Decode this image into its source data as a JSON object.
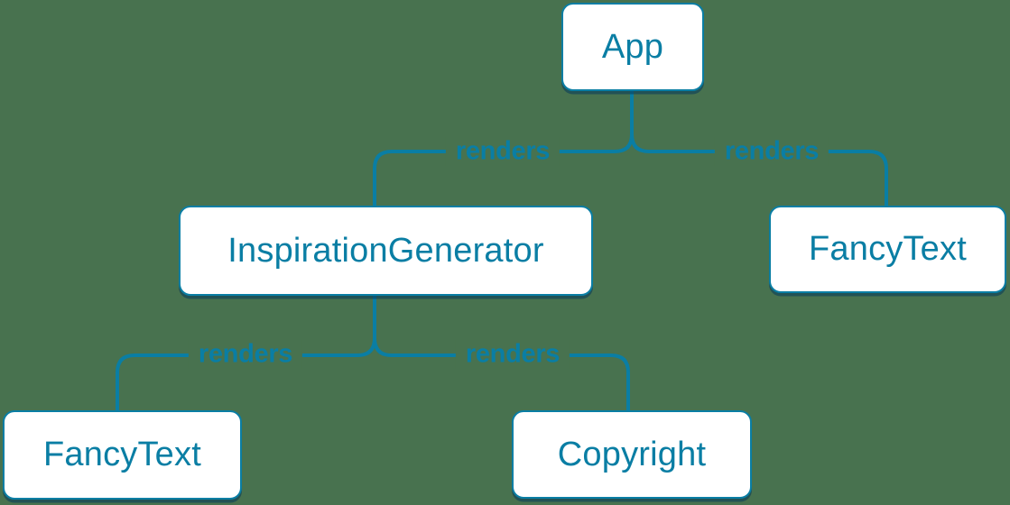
{
  "colors": {
    "background": "#48724F",
    "accent": "#0a7ea4",
    "node_fill": "#ffffff"
  },
  "diagram": {
    "type": "component-render-tree",
    "nodes": [
      {
        "id": "app",
        "label": "App"
      },
      {
        "id": "inspiration-generator",
        "label": "InspirationGenerator"
      },
      {
        "id": "fancy-text-right",
        "label": "FancyText"
      },
      {
        "id": "fancy-text-left",
        "label": "FancyText"
      },
      {
        "id": "copyright",
        "label": "Copyright"
      }
    ],
    "edges": [
      {
        "from": "App",
        "to": "InspirationGenerator",
        "label": "renders"
      },
      {
        "from": "App",
        "to": "FancyText",
        "label": "renders"
      },
      {
        "from": "InspirationGenerator",
        "to": "FancyText",
        "label": "renders"
      },
      {
        "from": "InspirationGenerator",
        "to": "Copyright",
        "label": "renders"
      }
    ]
  }
}
